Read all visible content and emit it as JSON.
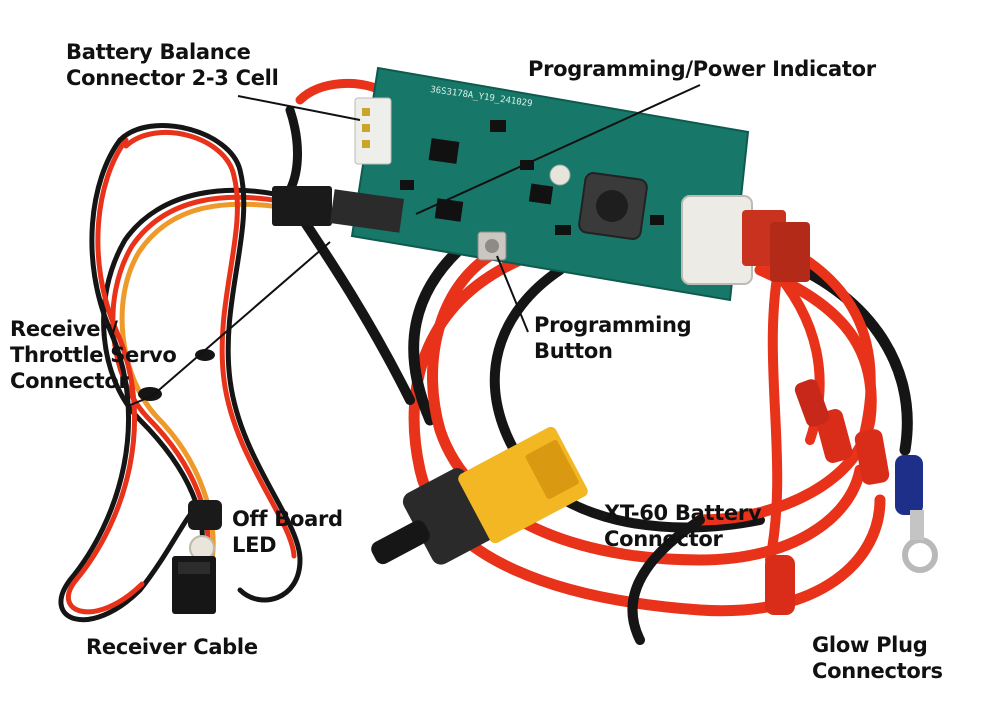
{
  "labels": {
    "battery_balance": {
      "line1": "Battery Balance",
      "line2": "Connector 2-3 Cell"
    },
    "programming_power_indicator": "Programming/Power Indicator",
    "receiver_throttle": {
      "line1": "Receiver/",
      "line2": "Throttle Servo",
      "line3": "Connector"
    },
    "programming_button": {
      "line1": "Programming",
      "line2": "Button"
    },
    "off_board_led": {
      "line1": "Off Board",
      "line2": "LED"
    },
    "xt60": {
      "line1": "XT-60 Battery",
      "line2": "Connector"
    },
    "receiver_cable": "Receiver Cable",
    "glow_plug": {
      "line1": "Glow Plug",
      "line2": "Connectors"
    }
  },
  "pcb_silkscreen": "36S3178A_Y19_241029",
  "colors": {
    "pcb": "#17786a",
    "wire_red": "#e8321a",
    "wire_black": "#151515",
    "wire_orange": "#ee5a1f",
    "xt60_yellow": "#f2b722",
    "connector_red": "#c9321f",
    "ring_blue": "#1e2f8a"
  }
}
